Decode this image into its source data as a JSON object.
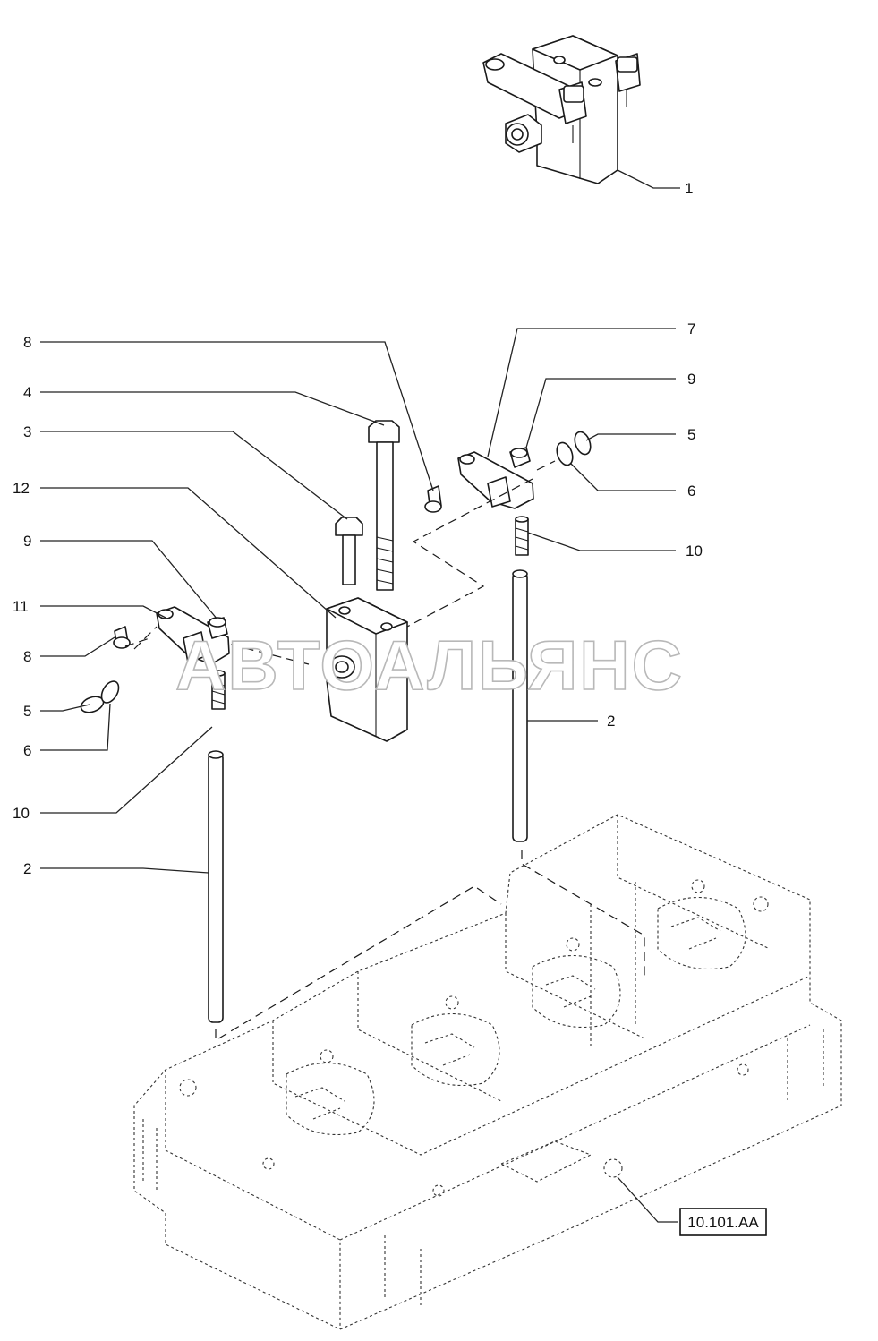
{
  "watermark": "АВТОАЛЬЯНС",
  "reference_box": "10.101.AA",
  "callouts": [
    "1",
    "8",
    "4",
    "3",
    "12",
    "9",
    "11",
    "8",
    "5",
    "6",
    "10",
    "2",
    "7",
    "9",
    "5",
    "6",
    "10",
    "2"
  ],
  "colors": {
    "line": "#1a1a1a",
    "background": "#ffffff",
    "watermark_outline": "#b8b8b8"
  }
}
